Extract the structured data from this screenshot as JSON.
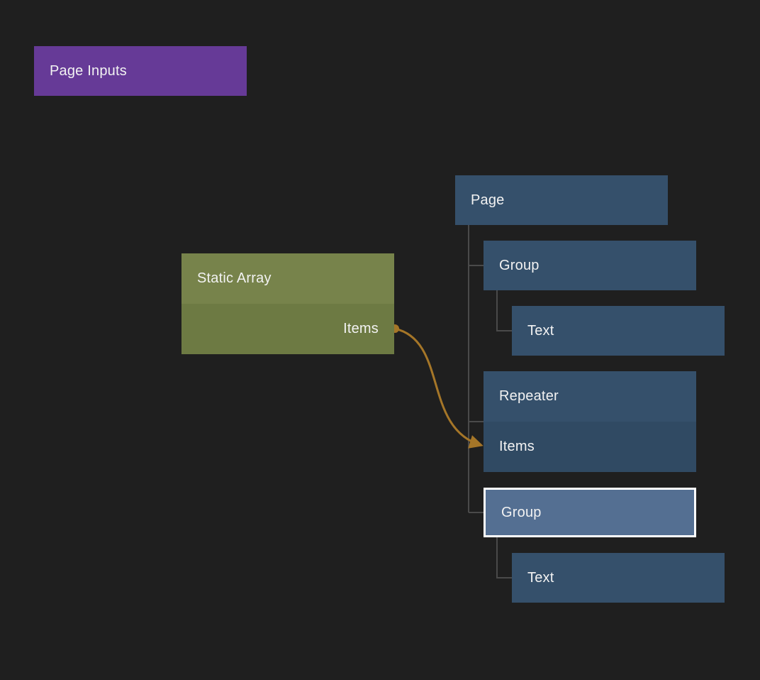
{
  "diagram": {
    "page_inputs": {
      "label": "Page Inputs"
    },
    "static_array": {
      "title": "Static Array",
      "output_port": "Items"
    },
    "tree": {
      "page": "Page",
      "group_1": "Group",
      "text_1": "Text",
      "repeater_title": "Repeater",
      "repeater_input": "Items",
      "group_2": "Group",
      "text_2": "Text"
    },
    "selected_node": "Group",
    "colors": {
      "background": "#1f1f1f",
      "page_inputs_purple": "#663a97",
      "static_array_header": "#77834b",
      "static_array_row": "#6d7a43",
      "tree_node_blue": "#35506b",
      "tree_input_row_blue": "#304a63",
      "selected_fill": "#546f92",
      "selected_border": "#ffffff",
      "tree_connector_gray": "#4a4a4a",
      "wire_amber": "#a57628",
      "label_text": "#f2f2f2"
    }
  }
}
